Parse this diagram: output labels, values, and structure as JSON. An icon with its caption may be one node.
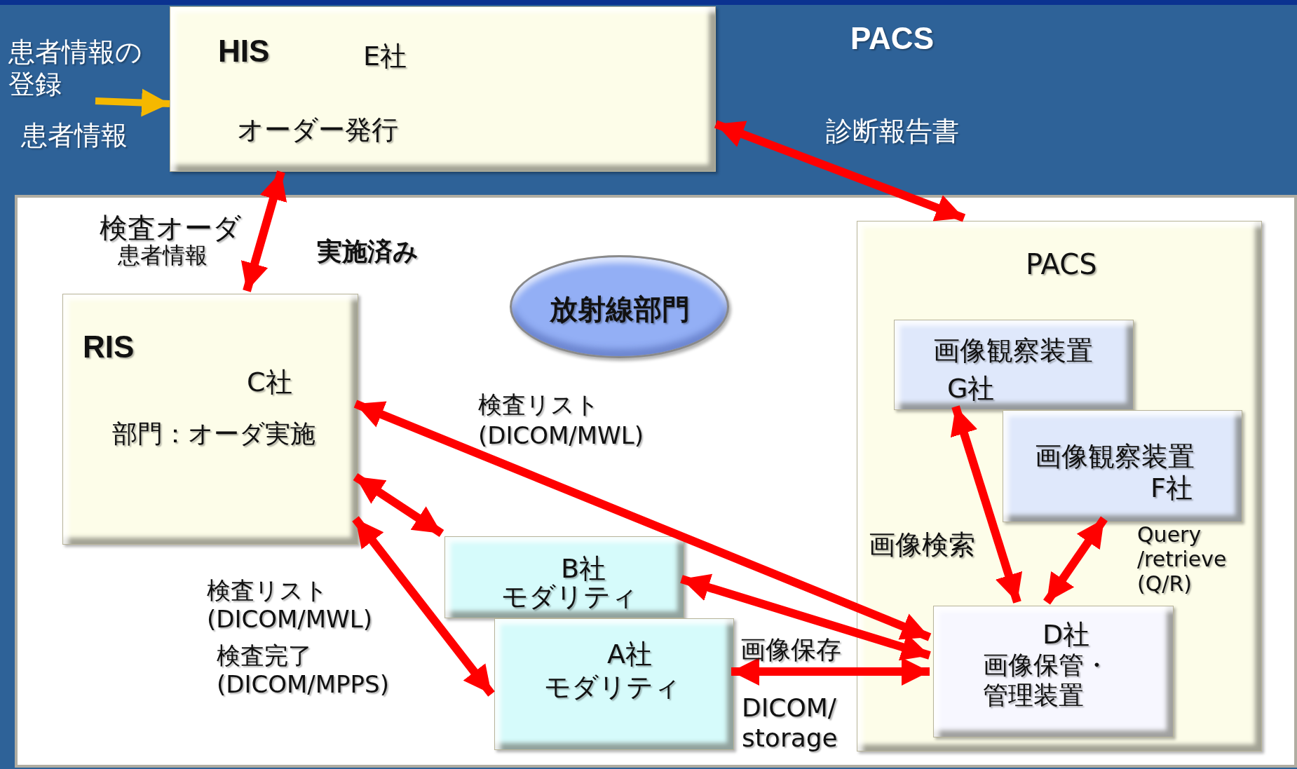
{
  "diagram": {
    "nodes": [
      {
        "text": [
          "HIS",
          "E社",
          "オーダー発行"
        ]
      },
      {
        "text": [],
        "shape": "box"
      },
      {
        "text": [
          "放射線部門"
        ],
        "in": 1
      },
      {
        "text": [
          "RIS",
          "C社",
          "部門：オーダ実施"
        ],
        "in": 1
      },
      {
        "text": [
          "PACS"
        ],
        "in": 1
      },
      {
        "text": [
          "画像観察装置",
          "G社"
        ],
        "in": 4
      },
      {
        "text": [
          "画像観察装置",
          "F社"
        ],
        "in": 4
      },
      {
        "text": [
          "D社",
          "画像保管・管理装置"
        ],
        "in": 4
      },
      {
        "text": [
          "B社",
          "モダリティ"
        ],
        "in": 1
      },
      {
        "text": [
          "A社",
          "モダリティ"
        ],
        "in": 1
      },
      {
        "text": [
          "患者情報の登録"
        ]
      }
    ],
    "edges": [
      {
        "from": 10,
        "to": 0,
        "arrow": "to",
        "label": "患者情報",
        "color": "#f5b800"
      },
      {
        "from": 0,
        "to": 4,
        "arrow": "both",
        "label": "診断報告書"
      },
      {
        "from": 0,
        "to": 3,
        "arrow": "both",
        "label": "検査オーダ"
      },
      {
        "from": 3,
        "to": 7,
        "arrow": "both",
        "label": "検査リスト (DICOM/MWL)"
      },
      {
        "from": 3,
        "to": 8,
        "arrow": "both"
      },
      {
        "from": 3,
        "to": 9,
        "arrow": "both"
      },
      {
        "from": 8,
        "to": 7,
        "arrow": "both"
      },
      {
        "from": 9,
        "to": 7,
        "arrow": "both",
        "label": "画像保存"
      },
      {
        "from": 5,
        "to": 7,
        "arrow": "both",
        "label": "画像検索"
      },
      {
        "from": 6,
        "to": 7,
        "arrow": "both",
        "label": "Query /retrieve (Q/R)"
      }
    ],
    "labels": [
      "PACS",
      "患者情報",
      "実施済み",
      "検査リスト (DICOM/MWL)",
      "検査完了 (DICOM/MPPS)",
      "DICOM/ storage"
    ]
  }
}
